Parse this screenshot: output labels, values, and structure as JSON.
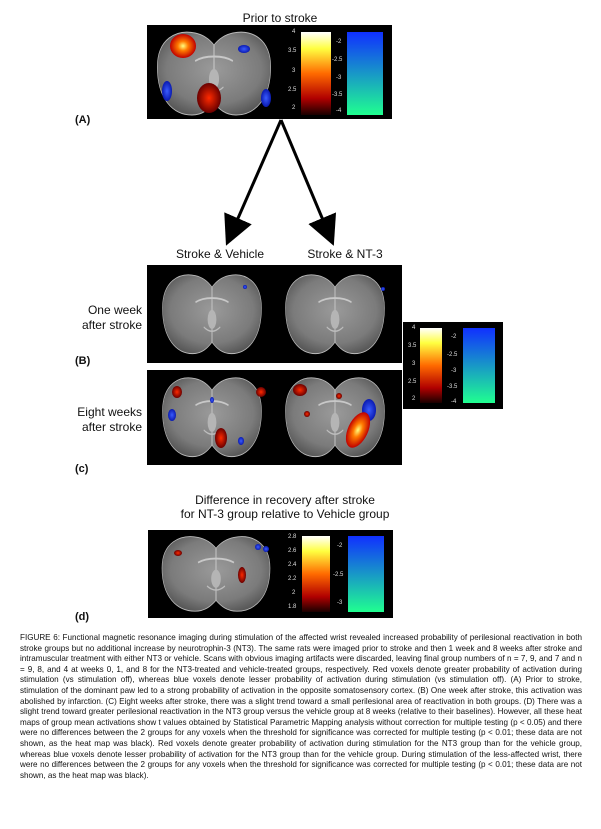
{
  "top": {
    "title": "Prior to stroke",
    "panel_label": "(A)"
  },
  "middle": {
    "col_left": "Stroke & Vehicle",
    "col_right": "Stroke & NT-3",
    "row1": [
      "One week",
      "after stroke"
    ],
    "row2": [
      "Eight weeks",
      "after stroke"
    ],
    "label_b": "(B)",
    "label_c": "(c)"
  },
  "bottom": {
    "title_line1": "Difference in recovery after stroke",
    "title_line2": "for NT-3 group relative to Vehicle group",
    "panel_label": "(d)"
  },
  "colorbars": {
    "a": {
      "hot": [
        "4",
        "3.5",
        "3",
        "2.5",
        "2"
      ],
      "cool": [
        "-2",
        "-2.5",
        "-3",
        "-3.5",
        "-4"
      ]
    },
    "bc": {
      "hot": [
        "4",
        "3.5",
        "3",
        "2.5",
        "2"
      ],
      "cool": [
        "-2",
        "-2.5",
        "-3",
        "-3.5",
        "-4"
      ]
    },
    "d": {
      "hot": [
        "2.8",
        "2.6",
        "2.4",
        "2.2",
        "2",
        "1.8"
      ],
      "cool": [
        "-2",
        "-2.5",
        "-3"
      ]
    }
  },
  "caption": "FIGURE 6: Functional magnetic resonance imaging during stimulation of the affected wrist revealed increased probability of perilesional reactivation in both stroke groups but no additional increase by neurotrophin-3 (NT3). The same rats were imaged prior to stroke and then 1 week and 8 weeks after stroke and intramuscular treatment with either NT3 or vehicle. Scans with obvious imaging artifacts were discarded, leaving final group numbers of n = 7, 9, and 7 and n = 9, 8, and 4 at weeks 0, 1, and 8 for the NT3-treated and vehicle-treated groups, respectively. Red voxels denote greater probability of activation during stimulation (vs stimulation off), whereas blue voxels denote lesser probability of activation during stimulation (vs stimulation off). (A) Prior to stroke, stimulation of the dominant paw led to a strong probability of activation in the opposite somatosensory cortex. (B) One week after stroke, this activation was abolished by infarction. (C) Eight weeks after stroke, there was a slight trend toward a small perilesional area of reactivation in both groups. (D) There was a slight trend toward greater perilesional reactivation in the NT3 group versus the vehicle group at 8 weeks (relative to their baselines). However, all these heat maps of group mean activations show t values obtained by Statistical Parametric Mapping analysis without correction for multiple testing (p < 0.05) and there were no differences between the 2 groups for any voxels when the threshold for significance was corrected for multiple testing (p < 0.01; these data are not shown, as the heat map was black). Red voxels denote greater probability of activation during stimulation for the NT3 group than for the vehicle group, whereas blue voxels denote lesser probability of activation for the NT3 group than for the vehicle group. During stimulation of the less-affected wrist, there were no differences between the 2 groups for any voxels when the threshold for significance was corrected for multiple testing (p < 0.01; these data are not shown, as the heat map was black)."
}
